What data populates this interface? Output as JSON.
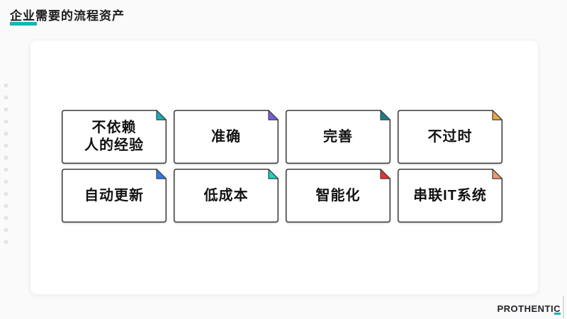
{
  "header": {
    "title": "企业需要的流程资产",
    "underline_color": "#0cb7b7"
  },
  "panel": {
    "cards": [
      {
        "lines": [
          "不依赖",
          "人的经验"
        ],
        "fold_color": "#12b2b8"
      },
      {
        "lines": [
          "准确"
        ],
        "fold_color": "#7b5ce5"
      },
      {
        "lines": [
          "完善"
        ],
        "fold_color": "#15808d"
      },
      {
        "lines": [
          "不过时"
        ],
        "fold_color": "#f0a63c"
      },
      {
        "lines": [
          "自动更新"
        ],
        "fold_color": "#2e7ce8"
      },
      {
        "lines": [
          "低成本"
        ],
        "fold_color": "#16d6c2"
      },
      {
        "lines": [
          "智能化"
        ],
        "fold_color": "#e8312d"
      },
      {
        "lines": [
          "串联IT系统"
        ],
        "fold_color": "#ef9c6a"
      }
    ],
    "card_outline_color": "#3e3e3e"
  },
  "decor": {
    "left_marks_count": 14
  },
  "footer": {
    "logo_text": "PROTHENTIC",
    "logo_accent_color": "#0cb7b7"
  }
}
